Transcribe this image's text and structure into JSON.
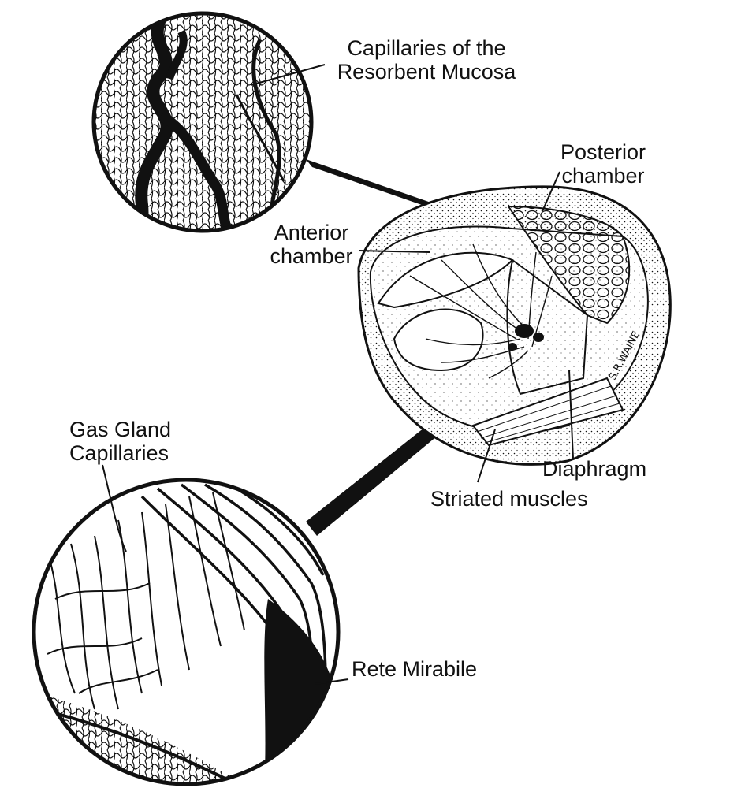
{
  "labels": {
    "resorbent_mucosa": {
      "line1": "Capillaries of the",
      "line2": "Resorbent Mucosa"
    },
    "posterior_chamber": {
      "line1": "Posterior",
      "line2": "chamber"
    },
    "anterior_chamber": {
      "line1": "Anterior",
      "line2": "chamber"
    },
    "gas_gland": {
      "line1": "Gas Gland",
      "line2": "Capillaries"
    },
    "diaphragm": "Diaphragm",
    "striated_muscles": "Striated muscles",
    "rete_mirabile": "Rete Mirabile"
  },
  "signature": "S.R.WAINE",
  "colors": {
    "ink": "#111111",
    "paper": "#ffffff",
    "interior": "#f2f2f2"
  }
}
